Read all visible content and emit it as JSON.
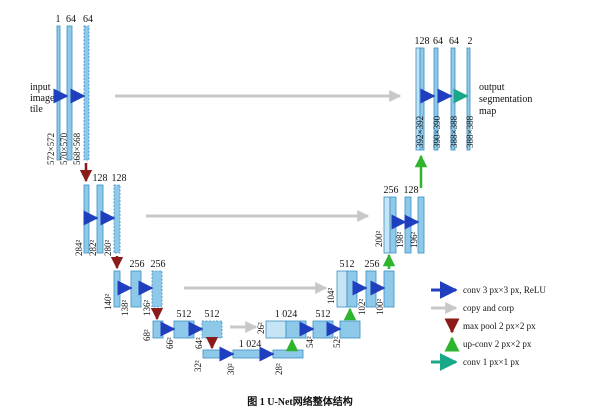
{
  "levels": {
    "l1": {
      "channels": [
        "1",
        "64",
        "64"
      ],
      "sizes": [
        "572×572",
        "570×570",
        "568×568"
      ]
    },
    "l2": {
      "channels": [
        "128",
        "128"
      ],
      "sizes": [
        "284²",
        "282²",
        "280²"
      ]
    },
    "l3": {
      "channels": [
        "256",
        "256"
      ],
      "sizes": [
        "140²",
        "138²",
        "136²"
      ]
    },
    "l4": {
      "channels": [
        "512",
        "512"
      ],
      "sizes": [
        "68²",
        "66²",
        "64²"
      ]
    },
    "l5": {
      "channels": [
        "1 024"
      ],
      "sizes": [
        "32²",
        "30²",
        "28²"
      ]
    },
    "u4": {
      "channels": [
        "1 024",
        "512"
      ],
      "sizes": [
        "26²",
        "54²",
        "52²"
      ]
    },
    "u3": {
      "channels": [
        "512",
        "256"
      ],
      "sizes": [
        "104²",
        "102²",
        "100²"
      ]
    },
    "u2": {
      "channels": [
        "256",
        "128"
      ],
      "sizes": [
        "200²",
        "198²",
        "196²"
      ]
    },
    "u1": {
      "channels": [
        "128",
        "64",
        "64",
        "2"
      ],
      "sizes": [
        "392×392",
        "390×390",
        "388×388",
        "388×388"
      ]
    }
  },
  "input_label": [
    "input",
    "image",
    "tile"
  ],
  "output_label": [
    "output",
    "segmentation",
    "map"
  ],
  "legend": [
    {
      "label": "conv 3 px×3 px, ReLU",
      "icon": "blue-arrow",
      "color": "#1f3fbf"
    },
    {
      "label": "copy and corp",
      "icon": "gray-arrow",
      "color": "#c8c8c8"
    },
    {
      "label": "max pool 2 px×2 px",
      "icon": "dark-red-down-arrow",
      "color": "#8b1a1a"
    },
    {
      "label": "up-conv 2 px×2 px",
      "icon": "green-up-arrow",
      "color": "#2db52d"
    },
    {
      "label": "conv 1 px×1 px",
      "icon": "teal-arrow",
      "color": "#1aa88a"
    }
  ],
  "caption": "图 1  U-Net网络整体结构"
}
